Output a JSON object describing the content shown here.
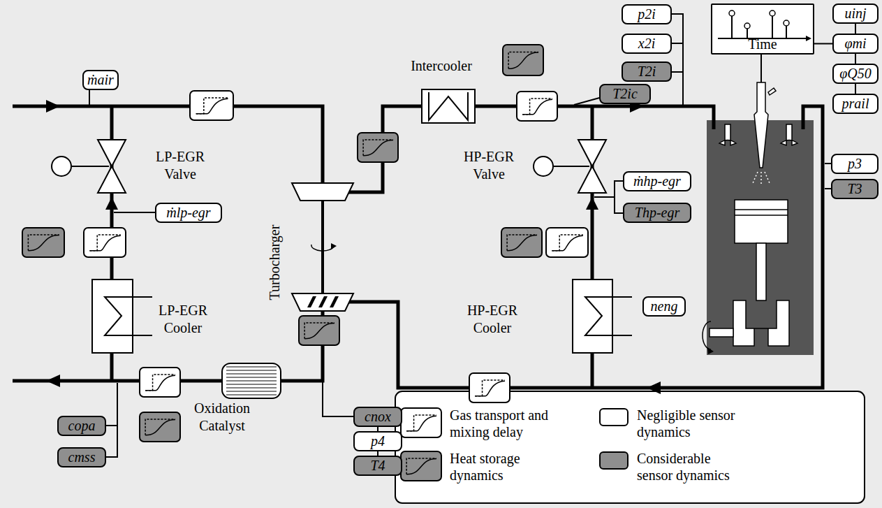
{
  "diagram": {
    "nodes": [
      {
        "text": [
          "ṁair"
        ]
      },
      {
        "text": [
          "p2i"
        ]
      },
      {
        "text": [
          "x2i"
        ]
      },
      {
        "text": [
          "T2i"
        ]
      },
      {
        "text": [
          "T2ic"
        ]
      },
      {
        "text": [
          "Time"
        ]
      },
      {
        "text": [
          "uinj"
        ]
      },
      {
        "text": [
          "φmi"
        ]
      },
      {
        "text": [
          "φQ50"
        ]
      },
      {
        "text": [
          "prail"
        ]
      },
      {
        "text": [
          "p3"
        ]
      },
      {
        "text": [
          "T3"
        ]
      },
      {
        "text": [
          "ṁhp-egr"
        ]
      },
      {
        "text": [
          "Thp-egr"
        ]
      },
      {
        "text": [
          "ṁlp-egr"
        ]
      },
      {
        "text": [
          "neng"
        ]
      },
      {
        "text": [
          "copa"
        ]
      },
      {
        "text": [
          "cmss"
        ]
      },
      {
        "text": [
          "cnox"
        ]
      },
      {
        "text": [
          "p4"
        ]
      },
      {
        "text": [
          "T4"
        ]
      }
    ],
    "edges": [
      {
        "from": 5,
        "to": 7,
        "arrow": "none"
      },
      {
        "from": 6,
        "to": 7,
        "arrow": "none"
      },
      {
        "from": 7,
        "to": 8,
        "arrow": "none"
      },
      {
        "from": 8,
        "to": 9,
        "arrow": "none"
      },
      {
        "from": 18,
        "to": 19,
        "arrow": "none"
      },
      {
        "from": 19,
        "to": 20,
        "arrow": "none"
      }
    ],
    "labels": [
      "Intercooler",
      "LP-EGR Valve",
      "HP-EGR Valve",
      "Turbocharger",
      "LP-EGR Cooler",
      "HP-EGR Cooler",
      "Oxidation Catalyst"
    ],
    "legend": [
      {
        "text": "Gas transport and mixing delay"
      },
      {
        "text": "Heat storage dynamics"
      },
      {
        "text": "Negligible sensor dynamics",
        "color": "#ffffff"
      },
      {
        "text": "Considerable sensor dynamics",
        "color": "#8f8f8f"
      }
    ]
  }
}
